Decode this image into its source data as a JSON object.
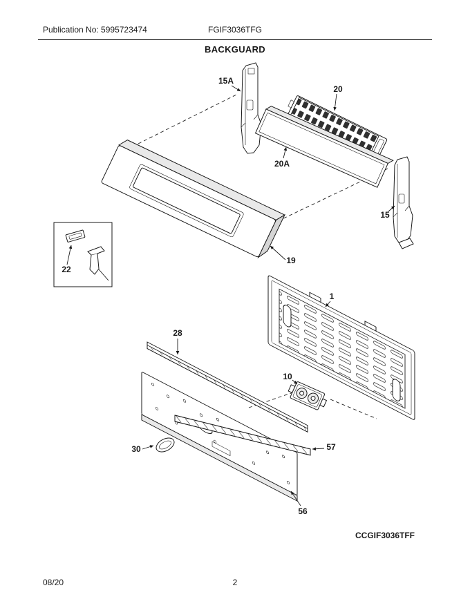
{
  "header": {
    "publication": "Publication No: 5995723474",
    "model": "FGIF3036TFG"
  },
  "section_title": "BACKGUARD",
  "diagram_code": "CCGIF3036TFF",
  "footer": {
    "date": "08/20",
    "page": "2"
  },
  "callouts": [
    {
      "label": "15A"
    },
    {
      "label": "20"
    },
    {
      "label": "20A"
    },
    {
      "label": "15"
    },
    {
      "label": "19"
    },
    {
      "label": "22"
    },
    {
      "label": "1"
    },
    {
      "label": "28"
    },
    {
      "label": "10"
    },
    {
      "label": "30"
    },
    {
      "label": "57"
    },
    {
      "label": "56"
    }
  ],
  "colors": {
    "line": "#1a1a1a",
    "shade": "#e9e9e9",
    "shade_dark": "#d5d5d5",
    "key": "#2f2f2f",
    "paper": "#ffffff"
  }
}
